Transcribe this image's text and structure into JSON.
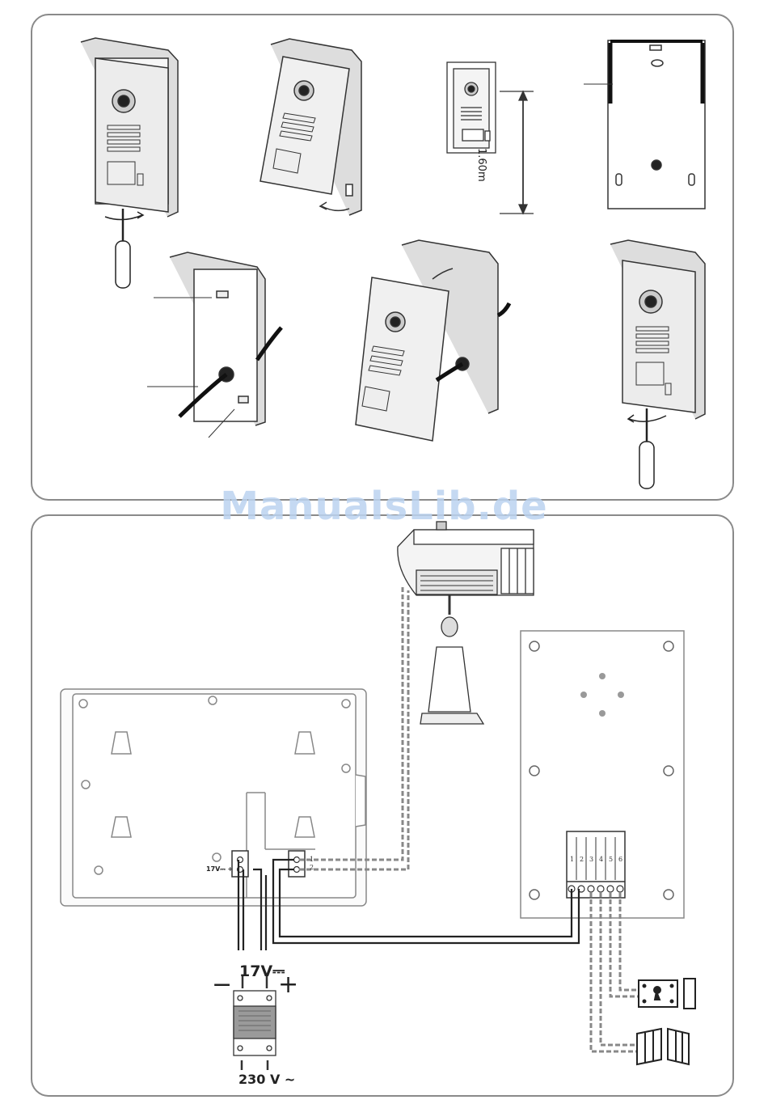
{
  "watermark": "ManualsLib.de",
  "installation": {
    "mount_height": "1.60m"
  },
  "wiring": {
    "psu_output": "17V⎓",
    "psu_input": "230 V ~",
    "polarity_minus": "−",
    "polarity_plus": "+",
    "monitor_power_label": "17V⎓ +",
    "camera_terminal_numbers": [
      "1",
      "2"
    ],
    "outdoor_terminal_numbers": [
      "1",
      "2",
      "3",
      "4",
      "5",
      "6"
    ]
  },
  "icons": [
    "screwdriver-icon",
    "camera-icon",
    "door-lock-icon",
    "gate-icon",
    "power-supply-icon"
  ]
}
